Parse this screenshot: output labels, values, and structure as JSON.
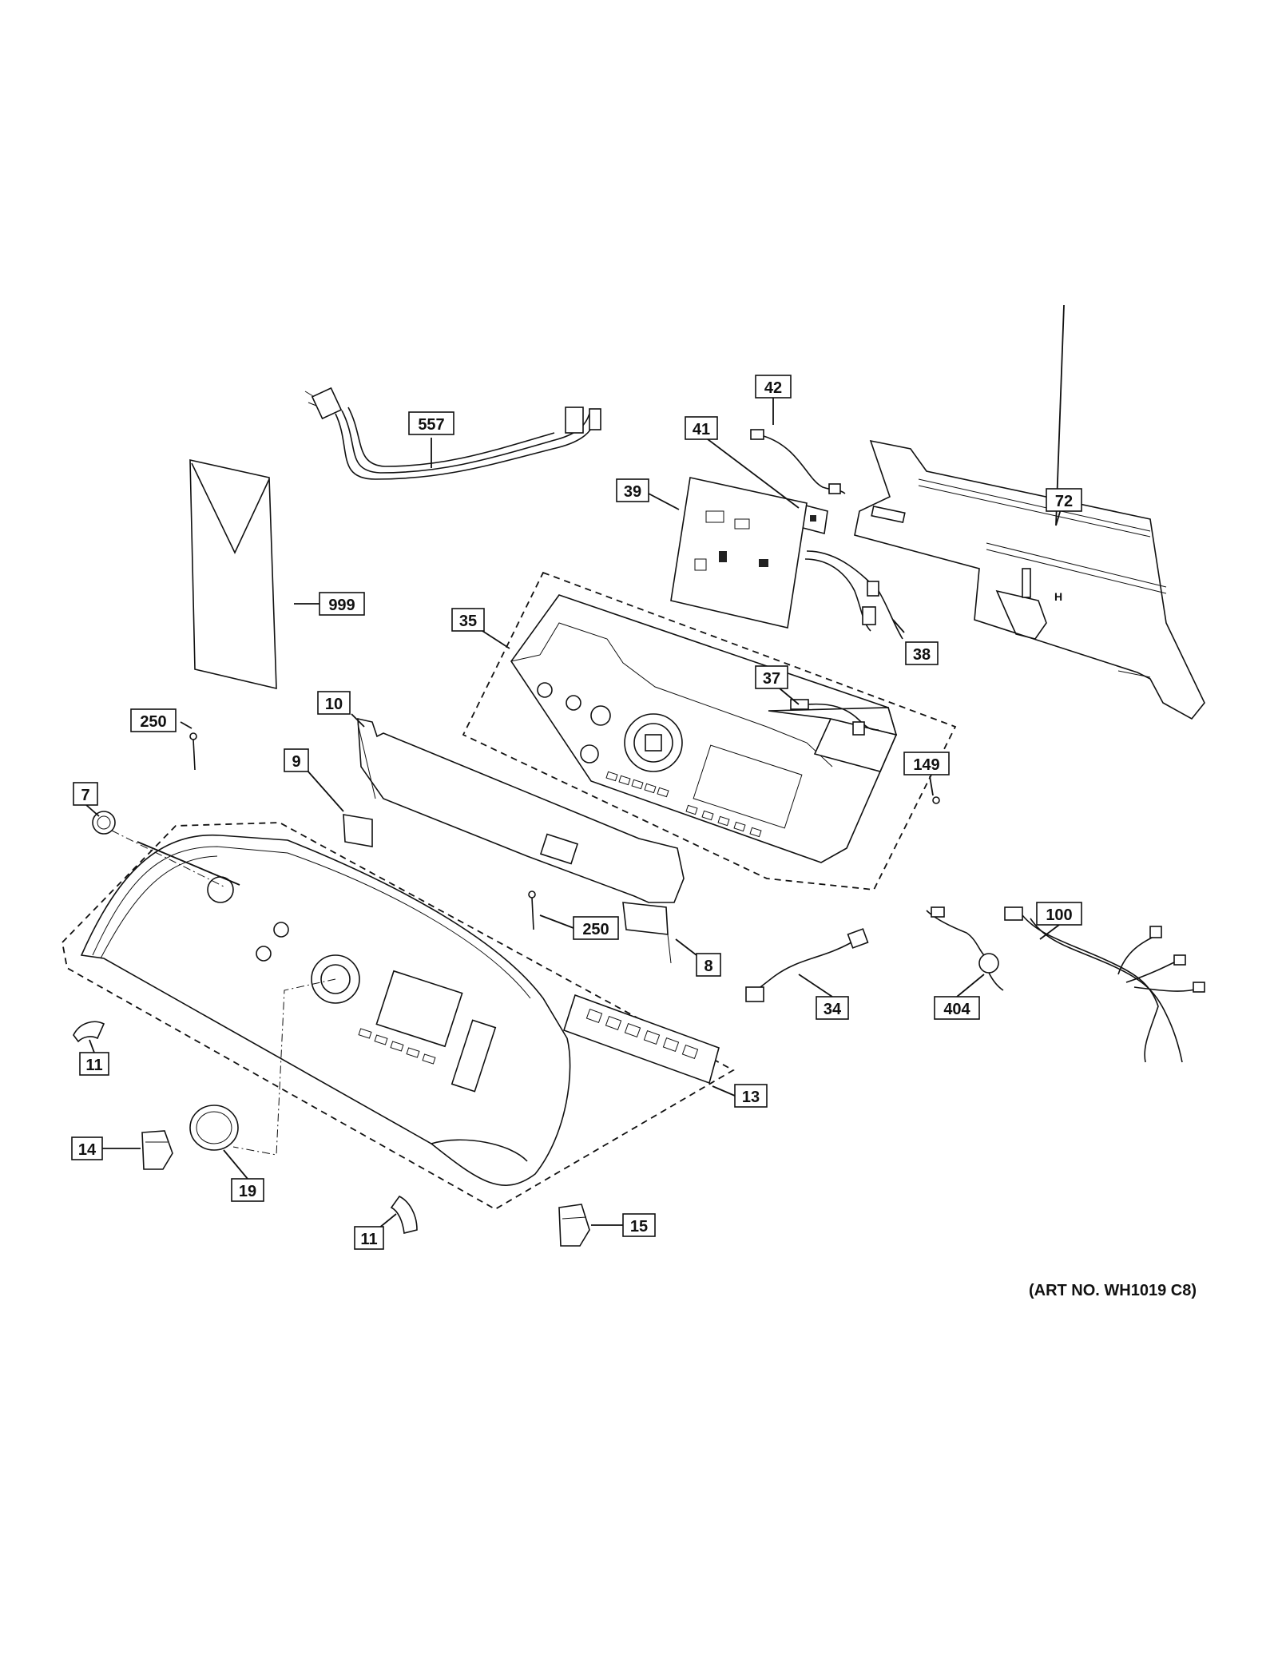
{
  "callouts": {
    "c42": "42",
    "c557": "557",
    "c41": "41",
    "c72": "72",
    "c39": "39",
    "c999": "999",
    "c35": "35",
    "c38": "38",
    "c37": "37",
    "c10": "10",
    "c250a": "250",
    "c149": "149",
    "c9": "9",
    "c7": "7",
    "c250b": "250",
    "c100": "100",
    "c8": "8",
    "c34": "34",
    "c404": "404",
    "c11a": "11",
    "c13": "13",
    "c14": "14",
    "c19": "19",
    "c15": "15",
    "c11b": "11"
  },
  "art_number": "(ART NO. WH1019 C8)"
}
